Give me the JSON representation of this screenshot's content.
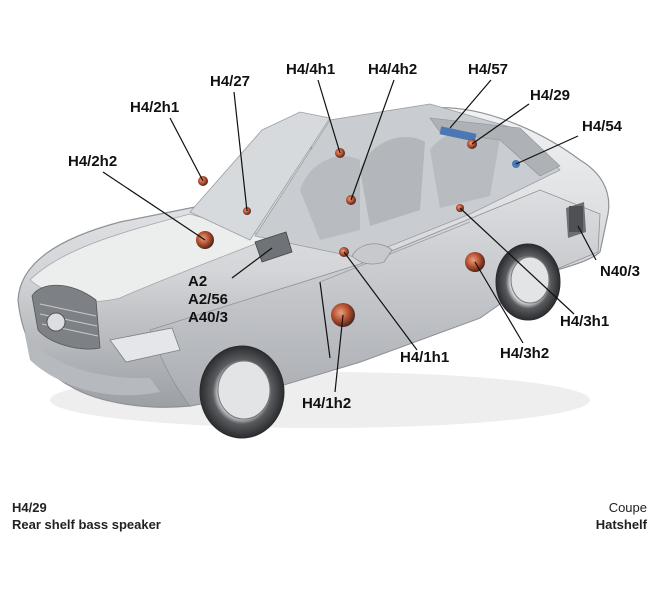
{
  "diagram": {
    "labels": {
      "h4_2h1": "H4/2h1",
      "h4_27": "H4/27",
      "h4_4h1": "H4/4h1",
      "h4_4h2": "H4/4h2",
      "h4_57": "H4/57",
      "h4_29": "H4/29",
      "h4_54": "H4/54",
      "h4_2h2": "H4/2h2",
      "a2": "A2",
      "a2_56": "A2/56",
      "a40_3": "A40/3",
      "n40_3": "N40/3",
      "h4_3h1": "H4/3h1",
      "h4_3h2": "H4/3h2",
      "h4_1h1": "H4/1h1",
      "h4_1h2": "H4/1h2"
    }
  },
  "caption": {
    "code": "H4/29",
    "description": "Rear shelf bass speaker",
    "body_style": "Coupe",
    "location": "Hatshelf"
  },
  "colors": {
    "body_light": "#e6e7e9",
    "body_mid": "#c4c6ca",
    "body_dark": "#8d9096",
    "speaker": "#b04a2a"
  }
}
